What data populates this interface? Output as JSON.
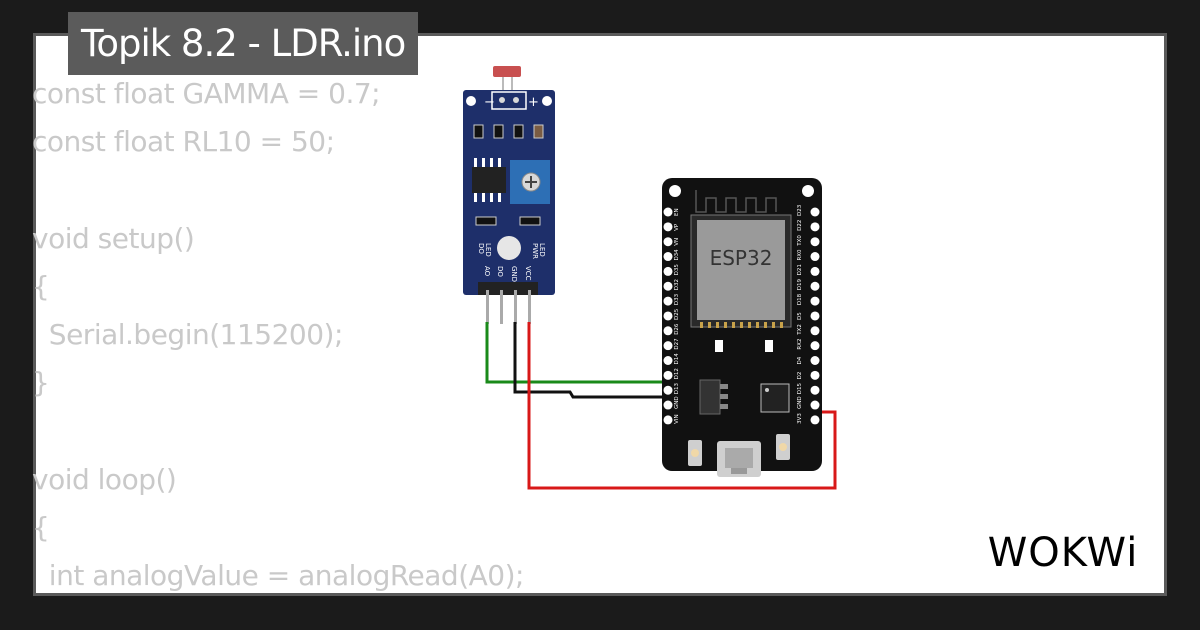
{
  "project": {
    "title": "Topik 8.2 - LDR.ino"
  },
  "code": {
    "lines": [
      "const float GAMMA = 0.7;",
      "const float RL10 = 50;",
      "",
      "void setup()",
      "{",
      "  Serial.begin(115200);",
      "}",
      "",
      "void loop()",
      "{",
      "  int analogValue = analogRead(A0);"
    ]
  },
  "ldr_module": {
    "minus": "−",
    "plus": "+",
    "pins": [
      "AO",
      "DO",
      "GND",
      "VCC"
    ],
    "led_left": [
      "DO",
      "LED"
    ],
    "led_right": [
      "PWR",
      "LED"
    ]
  },
  "esp32": {
    "chip_label": "ESP32",
    "left_pins": [
      "EN",
      "VP",
      "VN",
      "D34",
      "D35",
      "D32",
      "D33",
      "D25",
      "D26",
      "D27",
      "D14",
      "D12",
      "D13",
      "GND",
      "VIN"
    ],
    "right_pins": [
      "D23",
      "D22",
      "TX0",
      "RX0",
      "D21",
      "D19",
      "D18",
      "D5",
      "TX2",
      "RX2",
      "D4",
      "D2",
      "D15",
      "GND",
      "3V3"
    ]
  },
  "wires": {
    "colors": {
      "signal": "#1a8a1a",
      "ground": "#111111",
      "power": "#d81818"
    }
  },
  "brand": {
    "name": "WOKWi"
  }
}
